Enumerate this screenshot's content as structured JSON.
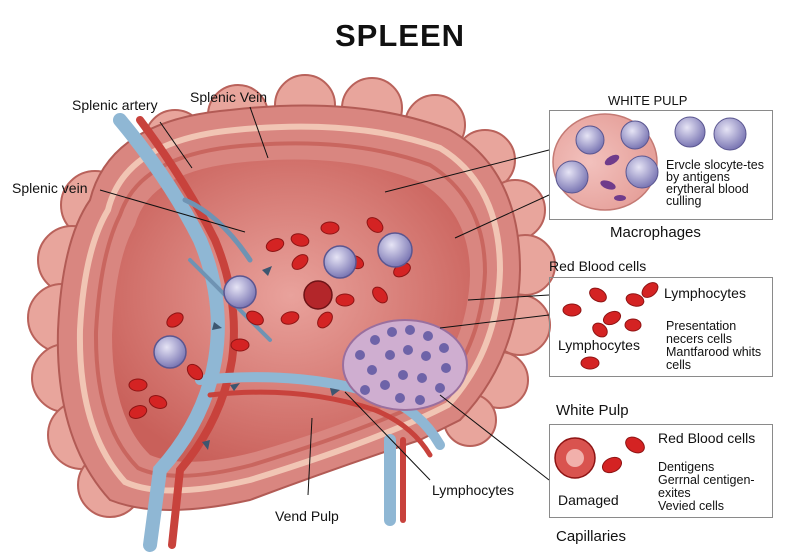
{
  "title": "SPLEEN",
  "labels": {
    "splenic_artery": "Splenic artery",
    "splenic_vein_top": "Splenic Vein",
    "splenic_vein_left": "Splenic vein",
    "vend_pulp": "Vend Pulp",
    "lymphocytes_bottom": "Lymphocytes"
  },
  "panels": [
    {
      "heading": "WHITE PULP",
      "lines": [
        "Ervcle slocyte-tes",
        "by antigens",
        "erytheral blood",
        "culling"
      ],
      "caption": "Macrophages"
    },
    {
      "heading": "Red Blood cells",
      "top_right": "Lymphocytes",
      "lines": [
        "Presentation",
        "necers cells",
        "Mantfarood whits",
        "cells"
      ],
      "left_label": "Lymphocytes"
    },
    {
      "heading": "White Pulp",
      "top_right": "Red Blood cells",
      "lines": [
        "Dentigens",
        "Gerrnal centigen-",
        "exites",
        "Vevied cells"
      ],
      "left_label": "Damaged",
      "caption": "Capillaries"
    }
  ],
  "colors": {
    "tissue": "#e3938b",
    "tissue_dark": "#c9665f",
    "interior": "#d97d76",
    "vessel_blue": "#8fb7d4",
    "vessel_red": "#c8423c",
    "rbc": "#d42323",
    "lymphocyte": "#9a96c9",
    "white_pulp": "#c9a6c8"
  }
}
